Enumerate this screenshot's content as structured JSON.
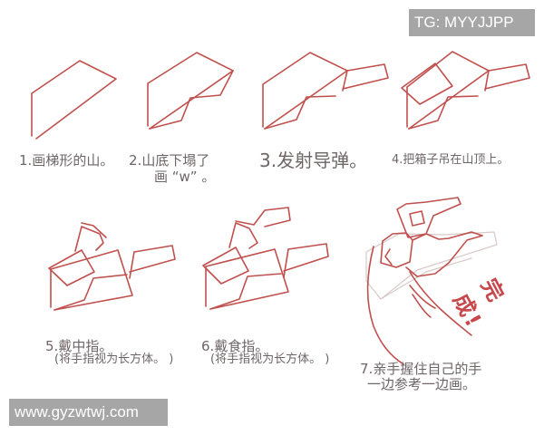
{
  "watermarks": {
    "top_right": "TG: MYYJJPP",
    "bottom_left": "www.gyzwtwj.com"
  },
  "steps": [
    {
      "number": "1.",
      "text": "画梯形的山。"
    },
    {
      "number": "2.",
      "text": "山底下塌了",
      "text2": "画 “w” 。"
    },
    {
      "number": "3.",
      "text": "发射导弹。"
    },
    {
      "number": "4.",
      "text": "把箱子吊在山顶上。"
    },
    {
      "number": "5.",
      "text": "戴中指。",
      "text2": "(将手指视为长方体。 )"
    },
    {
      "number": "6.",
      "text": "戴食指。",
      "text2": "(将手指视为长方体。 )"
    },
    {
      "number": "7.",
      "text": "亲手握住自己的手",
      "text2": "一边参考一边画。"
    }
  ],
  "exclamation": "完成!",
  "colors": {
    "stroke": "#c0504d",
    "caption": "#6e6567",
    "watermark_bg": "#a6a6a6"
  }
}
